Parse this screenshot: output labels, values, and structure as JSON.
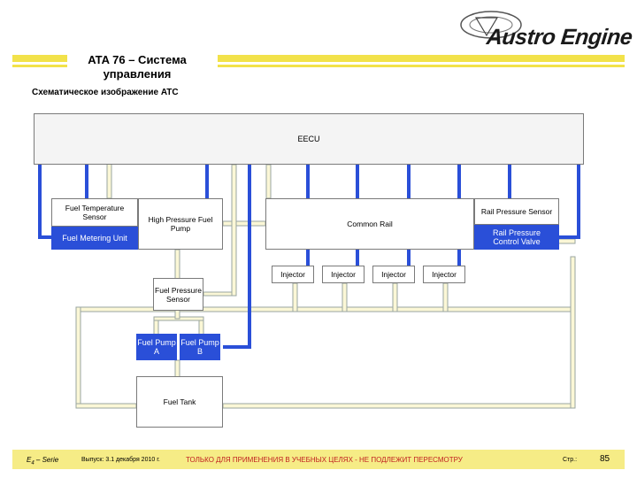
{
  "header": {
    "title_line1": "ATA 76 – Система",
    "title_line2": "управления",
    "subtitle": "Схематическое изображение ATC",
    "logo_text": "Austro Engine"
  },
  "diagram": {
    "eecu": "EECU",
    "fuel_temperature_sensor": "Fuel Temperature Sensor",
    "fuel_metering_unit": "Fuel Metering Unit",
    "high_pressure_fuel_pump": "High Pressure Fuel Pump",
    "common_rail": "Common Rail",
    "rail_pressure_sensor": "Rail Pressure Sensor",
    "rail_pressure_control_valve": "Rail Pressure Control Valve",
    "injectors": [
      "Injector",
      "Injector",
      "Injector",
      "Injector"
    ],
    "fuel_pressure_sensor": "Fuel Pressure Sensor",
    "fuel_pump_a": "Fuel Pump A",
    "fuel_pump_b": "Fuel Pump B",
    "fuel_tank": "Fuel Tank"
  },
  "footer": {
    "serie_prefix": "E",
    "serie_sub": "4",
    "serie_suffix": " – Serie",
    "issue": "Выпуск: 3.1 декабря 2010 г.",
    "warning": "ТОЛЬКО ДЛЯ ПРИМЕНЕНИЯ В УЧЕБНЫХ ЦЕЛЯХ - НЕ ПОДЛЕЖИТ ПЕРЕСМОТРУ",
    "page_label": "Стр.:",
    "page_number": "85"
  },
  "colors": {
    "stripe": "#f2e24a",
    "signal_blue": "#2a4fd8",
    "fuel_line_fill": "#fbf7d6",
    "fuel_line_outline": "#9aa6a0"
  }
}
